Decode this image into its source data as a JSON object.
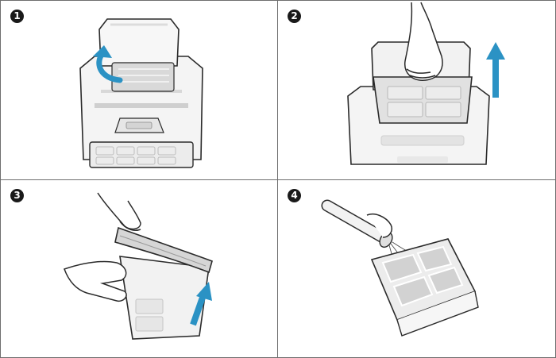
{
  "steps": [
    {
      "number": "1"
    },
    {
      "number": "2"
    },
    {
      "number": "3"
    },
    {
      "number": "4"
    }
  ],
  "colors": {
    "arrow": "#2b92c4",
    "outline": "#2a2a2a",
    "device_fill": "#f6f6f6",
    "filter_fill": "#d9d9d9",
    "divider": "#6e6e6e"
  },
  "icons": [
    "rotate-arrow-icon",
    "up-arrow-icon",
    "hand-icon",
    "hose-icon"
  ]
}
